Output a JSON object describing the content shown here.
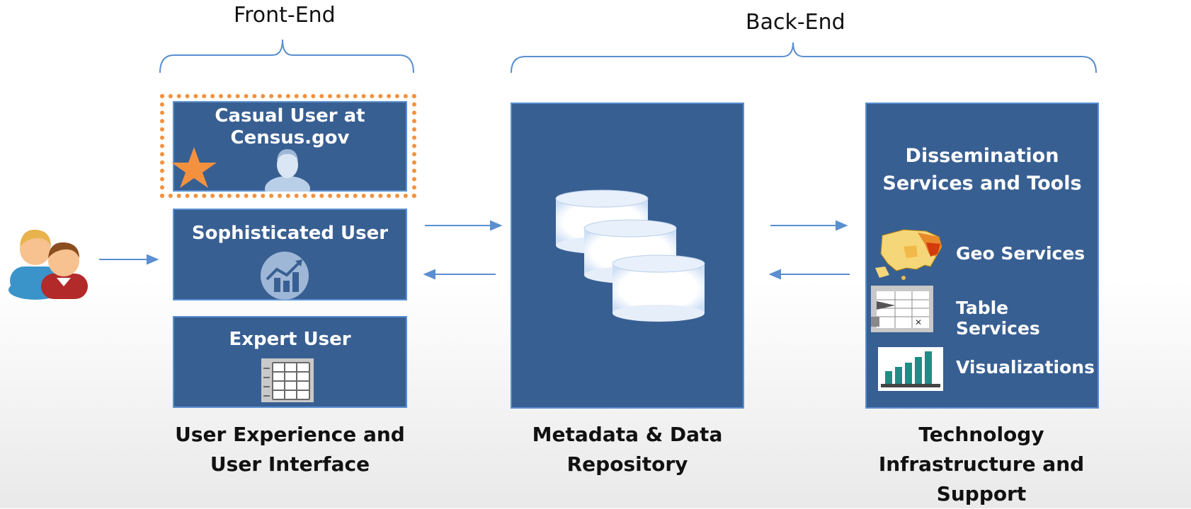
{
  "front_end_label": "Front-End",
  "back_end_label": "Back-End",
  "users": {
    "casual": "Casual User at Census.gov",
    "sophisticated": "Sophisticated User",
    "expert": "Expert User"
  },
  "dissemination": {
    "title": "Dissemination Services and Tools",
    "services": [
      "Geo Services",
      "Table Services",
      "Visualizations"
    ]
  },
  "captions": {
    "ux": "User Experience and User Interface",
    "repo": "Metadata & Data Repository",
    "infra": "Technology Infrastructure and Support"
  },
  "colors": {
    "box_fill": "#385f92",
    "box_border": "#5b8fd0",
    "arrow": "#5b8fd0",
    "highlight": "#f3913e"
  },
  "icons": [
    "users-icon",
    "person-icon",
    "trend-chart-icon",
    "spreadsheet-icon",
    "database-icon",
    "us-map-icon",
    "table-icon",
    "bar-chart-icon",
    "star-icon"
  ]
}
